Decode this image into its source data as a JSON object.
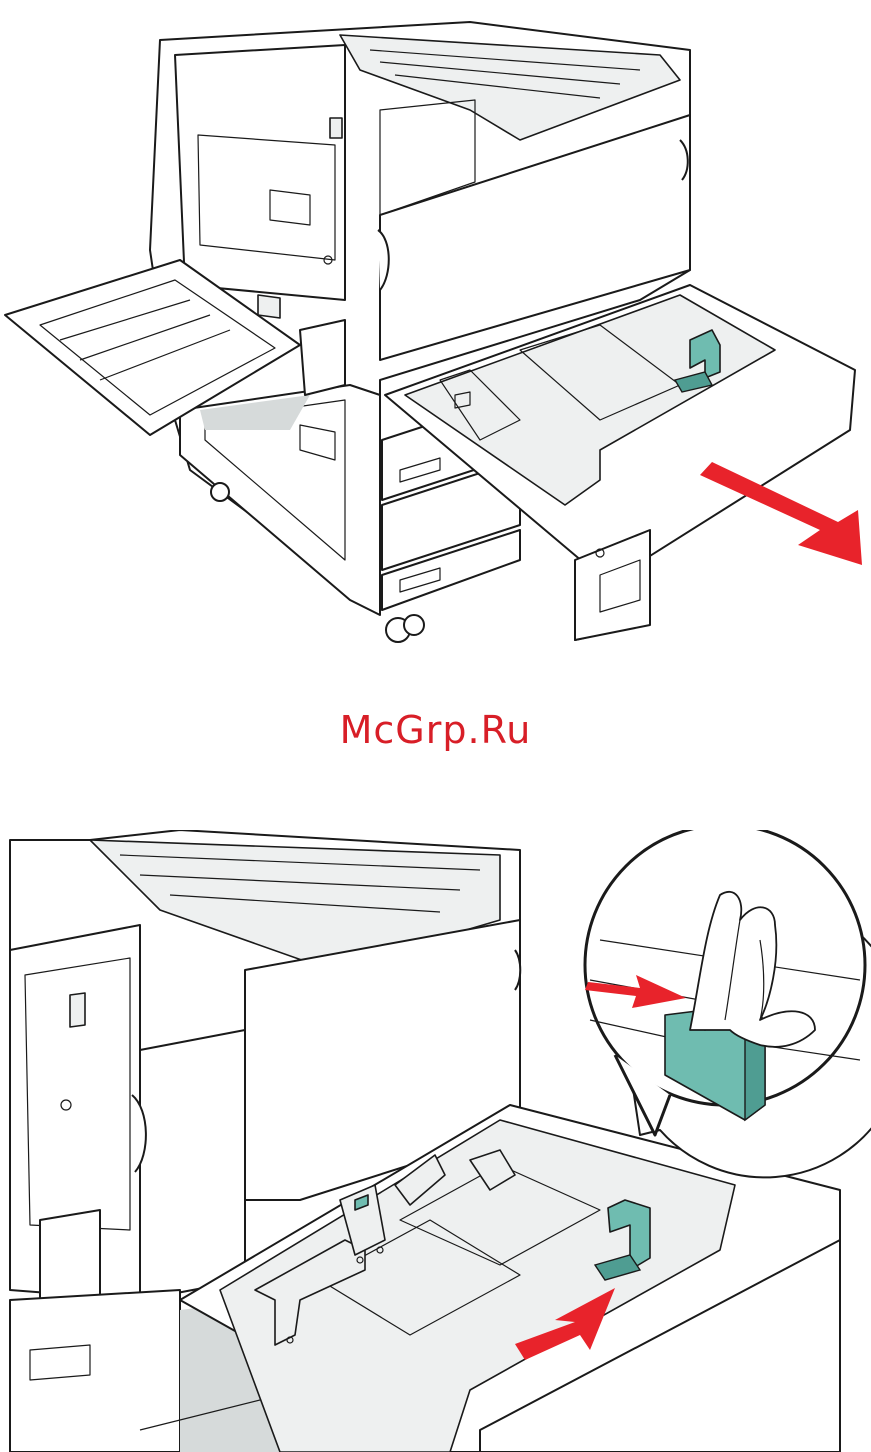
{
  "watermark": {
    "text": "McGrp.Ru",
    "color": "#d81e27"
  },
  "figures": [
    {
      "id": "tray-open",
      "icon": "printer-tray-pull-out-illustration"
    },
    {
      "id": "guide-adjust",
      "icon": "printer-tray-guide-adjust-illustration"
    }
  ],
  "colors": {
    "arrow": "#e8232b",
    "guide": "#6fbcb0",
    "line": "#1a1a1a"
  }
}
